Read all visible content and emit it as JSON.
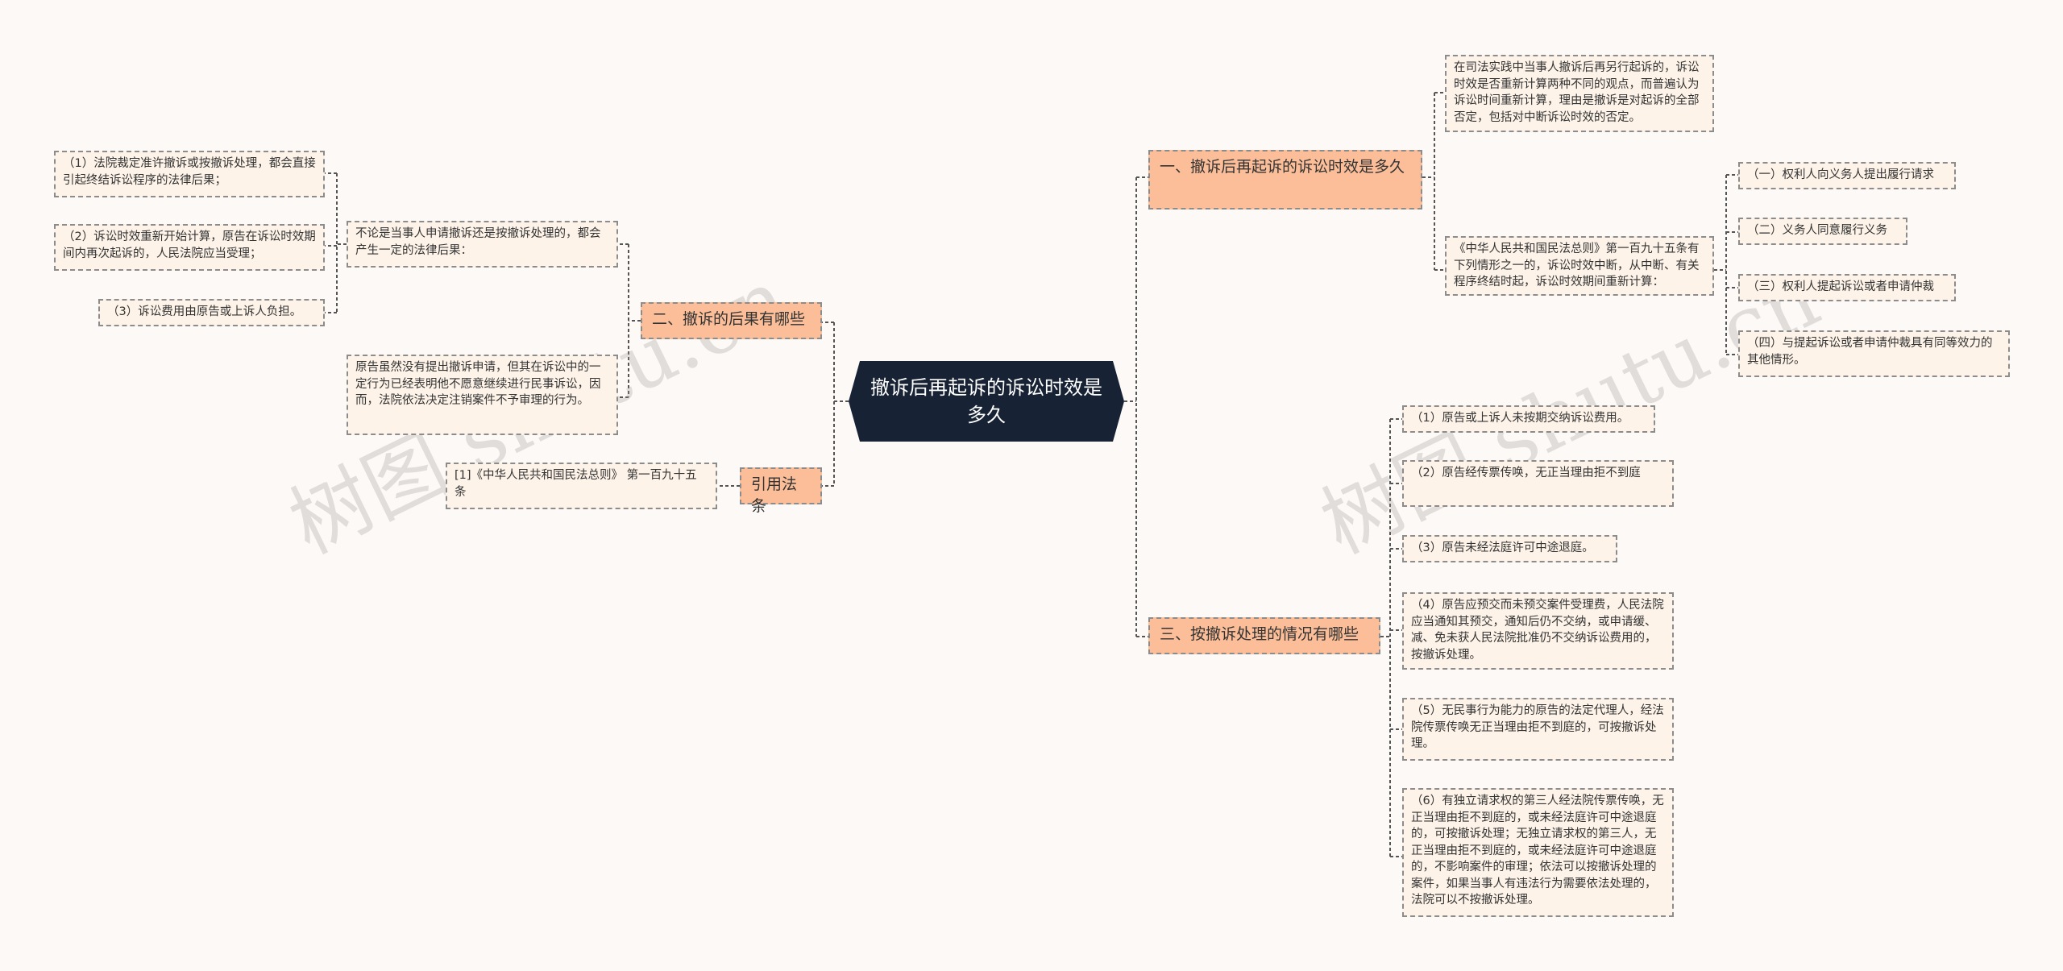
{
  "root": {
    "title": "撤诉后再起诉的诉讼时效是多久"
  },
  "branches": {
    "b1": {
      "label": "一、撤诉后再起诉的诉讼时效是多久",
      "text1": "在司法实践中当事人撤诉后再另行起诉的，诉讼时效是否重新计算两种不同的观点，而普遍认为诉讼时间重新计算，理由是撤诉是对起诉的全部否定，包括对中断诉讼时效的否定。",
      "text2": "《中华人民共和国民法总则》第一百九十五条有下列情形之一的，诉讼时效中断，从中断、有关程序终结时起，诉讼时效期间重新计算：",
      "items": [
        "（一）权利人向义务人提出履行请求",
        "（二）义务人同意履行义务",
        "（三）权利人提起诉讼或者申请仲裁",
        "（四）与提起诉讼或者申请仲裁具有同等效力的其他情形。"
      ]
    },
    "b2": {
      "label": "二、撤诉的后果有哪些",
      "text1": "不论是当事人申请撤诉还是按撤诉处理的，都会产生一定的法律后果：",
      "items": [
        "（1）法院裁定准许撤诉或按撤诉处理，都会直接引起终结诉讼程序的法律后果；",
        "（2）诉讼时效重新开始计算，原告在诉讼时效期间内再次起诉的，人民法院应当受理；",
        "（3）诉讼费用由原告或上诉人负担。"
      ],
      "text2": "原告虽然没有提出撤诉申请，但其在诉讼中的一定行为已经表明他不愿意继续进行民事诉讼，因而，法院依法决定注销案件不予审理的行为。"
    },
    "b3": {
      "label": "三、按撤诉处理的情况有哪些",
      "items": [
        "（1）原告或上诉人未按期交纳诉讼费用。",
        "（2）原告经传票传唤，无正当理由拒不到庭",
        "（3）原告未经法庭许可中途退庭。",
        "（4）原告应预交而未预交案件受理费，人民法院应当通知其预交，通知后仍不交纳，或申请缓、减、免未获人民法院批准仍不交纳诉讼费用的，按撤诉处理。",
        "（5）无民事行为能力的原告的法定代理人，经法院传票传唤无正当理由拒不到庭的，可按撤诉处理。",
        "（6）有独立请求权的第三人经法院传票传唤，无正当理由拒不到庭的，或未经法庭许可中途退庭的，可按撤诉处理；无独立请求权的第三人，无正当理由拒不到庭的，或未经法庭许可中途退庭的，不影响案件的审理；依法可以按撤诉处理的案件，如果当事人有违法行为需要依法处理的，法院可以不按撤诉处理。"
      ]
    },
    "b4": {
      "label": "引用法条",
      "text1": "[1]《中华人民共和国民法总则》 第一百九十五条"
    }
  },
  "watermarks": [
    "树图 shutu.cn",
    "树图 shutu.cn"
  ]
}
